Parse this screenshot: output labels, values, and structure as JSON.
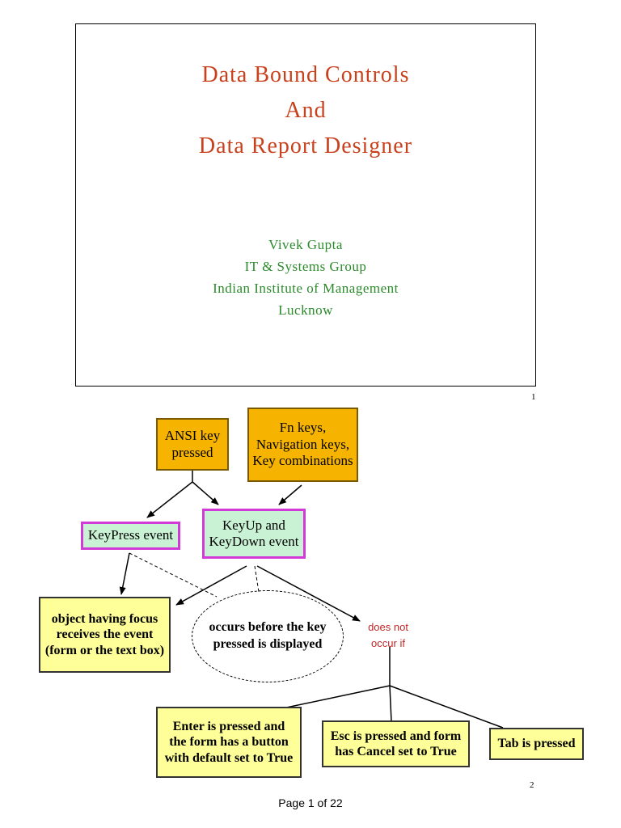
{
  "slide1": {
    "title_lines": [
      "Data Bound Controls",
      "And",
      "Data Report Designer"
    ],
    "author_lines": [
      "Vivek Gupta",
      "IT & Systems Group",
      "Indian Institute of Management",
      "Lucknow"
    ],
    "number": "1"
  },
  "slide2": {
    "ansi_box": "ANSI key\npressed",
    "fn_box": "Fn keys,\nNavigation keys,\nKey combinations",
    "keypress_box": "KeyPress event",
    "keyup_box": "KeyUp and\nKeyDown event",
    "focus_box": "object having focus\nreceives the event\n(form or the text box)",
    "ellipse_text": "occurs before the key\npressed is displayed",
    "red_note": "does not\noccur if",
    "enter_box": "Enter is pressed and\nthe form has a button\nwith default set to True",
    "esc_box": "Esc is pressed and form\nhas Cancel set to True",
    "tab_box": "Tab is pressed",
    "number": "2"
  },
  "footer": "Page 1 of 22",
  "colors": {
    "title": "#c8401c",
    "author": "#2b8a2b",
    "orange_box": "#f6b400",
    "green_box": "#c9f2d5",
    "green_border": "#d23ad8",
    "yellow_box": "#ffff99",
    "red_note": "#c0282a"
  }
}
